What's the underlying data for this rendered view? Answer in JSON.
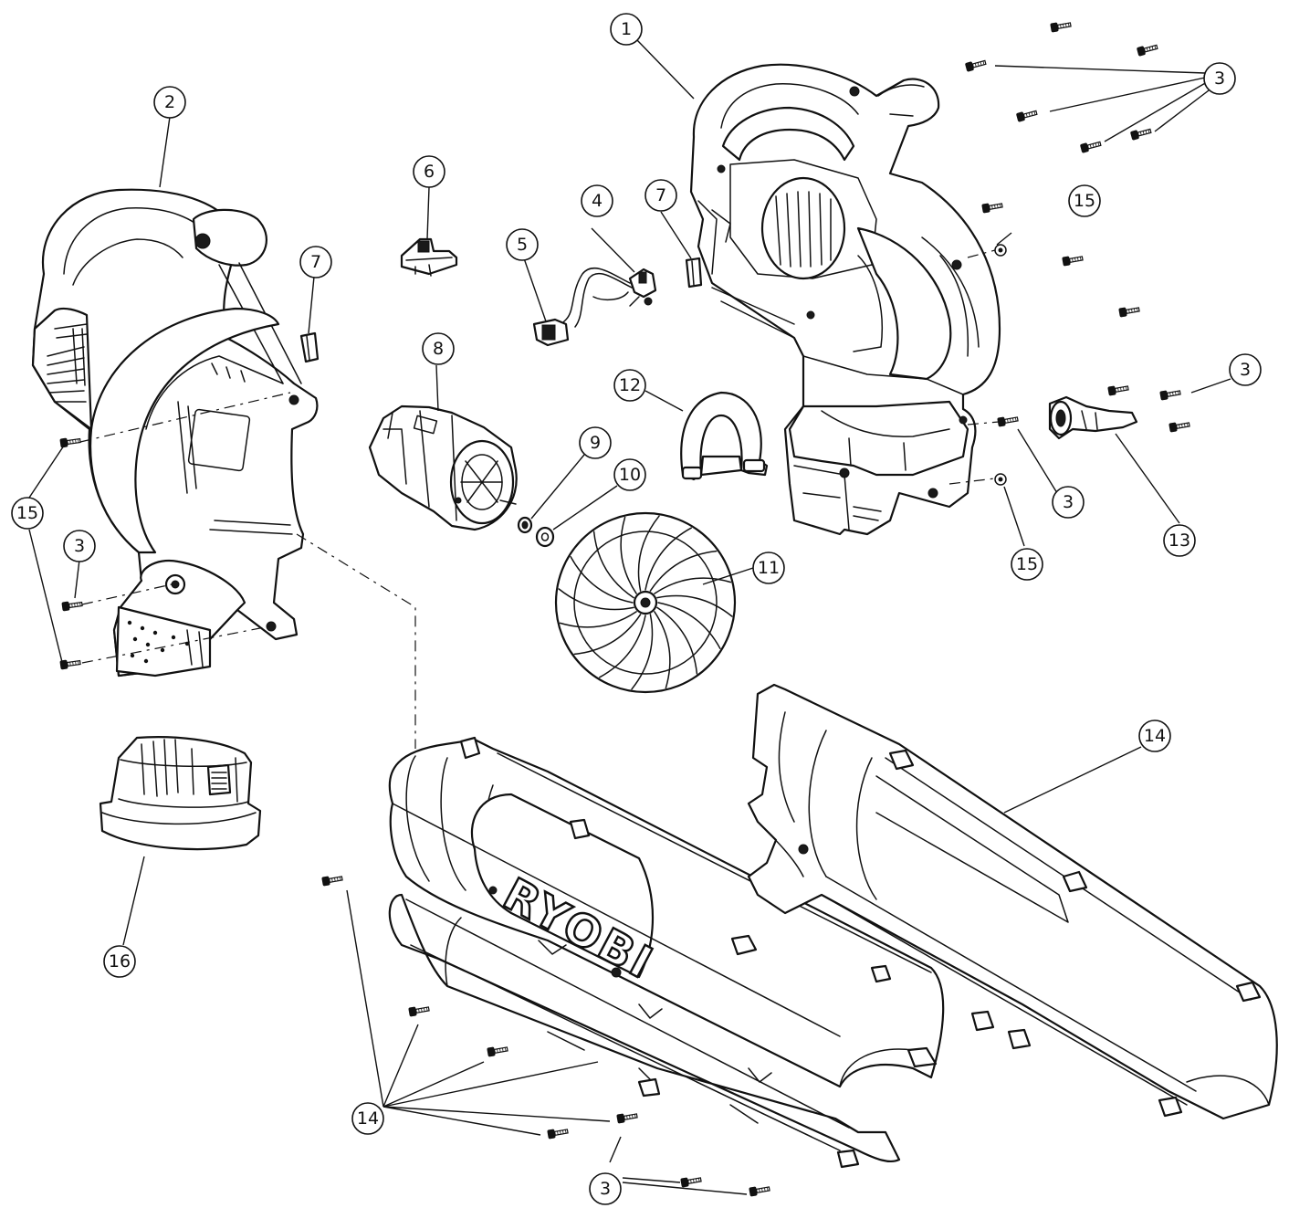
{
  "diagram": {
    "brand_label": "RYOBI",
    "callouts": [
      {
        "id": "c1",
        "label": "1"
      },
      {
        "id": "c2",
        "label": "2"
      },
      {
        "id": "c3a",
        "label": "3"
      },
      {
        "id": "c3b",
        "label": "3"
      },
      {
        "id": "c3c",
        "label": "3"
      },
      {
        "id": "c3d",
        "label": "3"
      },
      {
        "id": "c3e",
        "label": "3"
      },
      {
        "id": "c4",
        "label": "4"
      },
      {
        "id": "c5",
        "label": "5"
      },
      {
        "id": "c6",
        "label": "6"
      },
      {
        "id": "c7a",
        "label": "7"
      },
      {
        "id": "c7b",
        "label": "7"
      },
      {
        "id": "c8",
        "label": "8"
      },
      {
        "id": "c9",
        "label": "9"
      },
      {
        "id": "c10",
        "label": "10"
      },
      {
        "id": "c11",
        "label": "11"
      },
      {
        "id": "c12",
        "label": "12"
      },
      {
        "id": "c13",
        "label": "13"
      },
      {
        "id": "c14a",
        "label": "14"
      },
      {
        "id": "c14b",
        "label": "14"
      },
      {
        "id": "c15a",
        "label": "15"
      },
      {
        "id": "c15b",
        "label": "15"
      },
      {
        "id": "c15c",
        "label": "15"
      },
      {
        "id": "c16",
        "label": "16"
      }
    ]
  }
}
